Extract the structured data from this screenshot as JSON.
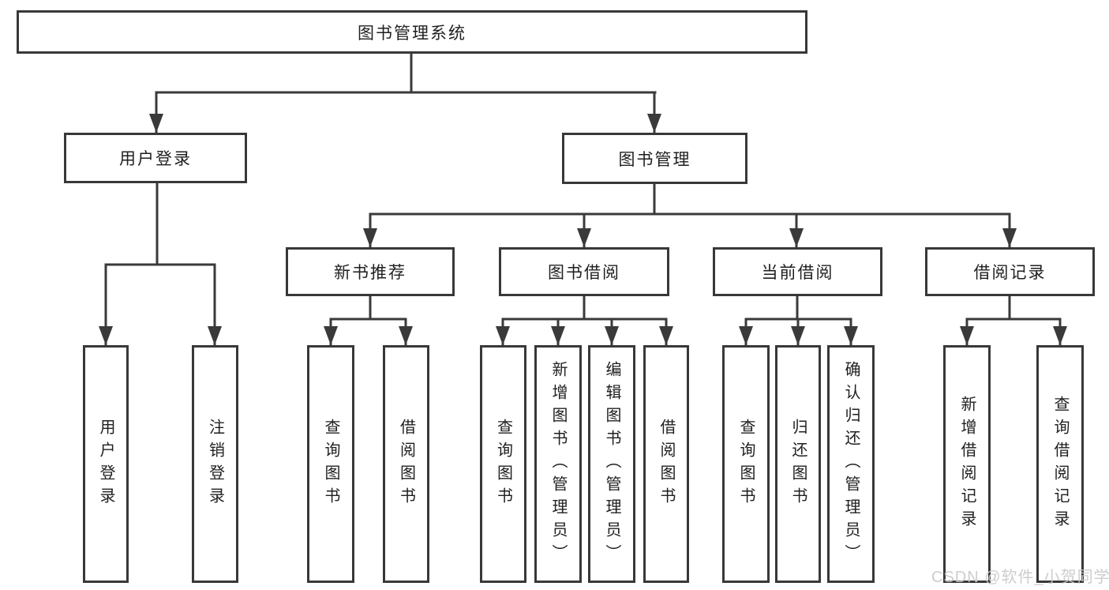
{
  "diagram_title": "图书管理系统",
  "tree": {
    "root": {
      "label": "图书管理系统"
    },
    "branches": [
      {
        "label": "用户登录",
        "children": [
          {
            "label": "用户登录"
          },
          {
            "label": "注销登录"
          }
        ]
      },
      {
        "label": "图书管理",
        "children": [
          {
            "label": "新书推荐",
            "children": [
              {
                "label": "查询图书"
              },
              {
                "label": "借阅图书"
              }
            ]
          },
          {
            "label": "图书借阅",
            "children": [
              {
                "label": "查询图书"
              },
              {
                "label": "新增图书（管理员）"
              },
              {
                "label": "编辑图书（管理员）"
              },
              {
                "label": "借阅图书"
              }
            ]
          },
          {
            "label": "当前借阅",
            "children": [
              {
                "label": "查询图书"
              },
              {
                "label": "归还图书"
              },
              {
                "label": "确认归还（管理员）"
              }
            ]
          },
          {
            "label": "借阅记录",
            "children": [
              {
                "label": "新增借阅记录"
              },
              {
                "label": "查询借阅记录"
              }
            ]
          }
        ]
      }
    ]
  },
  "colors": {
    "line": "#3a3a3a",
    "border": "#383838",
    "text": "#1f1f1f",
    "watermark": "#c9c9c9"
  },
  "watermark": {
    "text": "CSDN @软件_小贺同学"
  }
}
